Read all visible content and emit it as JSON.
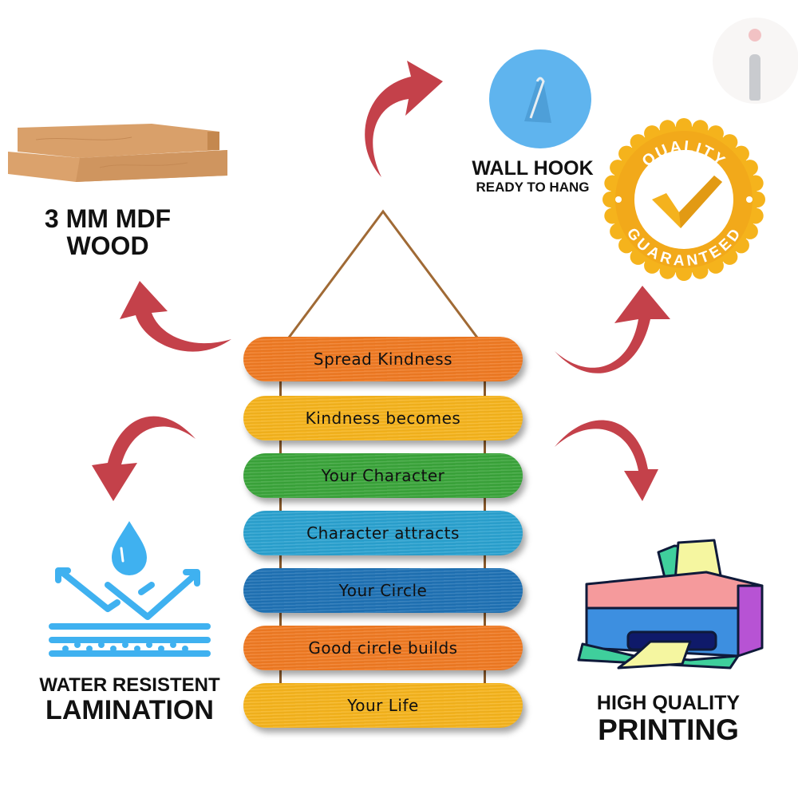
{
  "brand_logo": {
    "icon": "info-i-logo-icon"
  },
  "features": {
    "wood": {
      "line1": "3 MM MDF",
      "line2": "WOOD",
      "icon": "wood-planks-icon"
    },
    "hook": {
      "line1": "WALL HOOK",
      "line2": "READY TO HANG",
      "icon": "wall-hook-icon"
    },
    "quality": {
      "top_text": "QUALITY",
      "bottom_text": "GUARANTEED",
      "icon": "quality-badge-icon"
    },
    "water": {
      "line1": "WATER RESISTENT",
      "line2": "LAMINATION",
      "icon": "water-resistant-icon"
    },
    "printing": {
      "line1": "HIGH QUALITY",
      "line2": "PRINTING",
      "icon": "printer-icon"
    }
  },
  "planks": [
    {
      "text": "Spread Kindness",
      "color": "#f07a22"
    },
    {
      "text": "Kindness becomes",
      "color": "#f6b41c"
    },
    {
      "text": "Your Character",
      "color": "#3aa53a"
    },
    {
      "text": "Character attracts",
      "color": "#2aa2d0"
    },
    {
      "text": "Your Circle",
      "color": "#1f72b5"
    },
    {
      "text": "Good circle builds",
      "color": "#f07a22"
    },
    {
      "text": "Your Life",
      "color": "#f6b41c"
    }
  ],
  "colors": {
    "arrow": "#c4414a",
    "icon_blue": "#3fb1f0",
    "badge_gold": "#f5b31c"
  }
}
